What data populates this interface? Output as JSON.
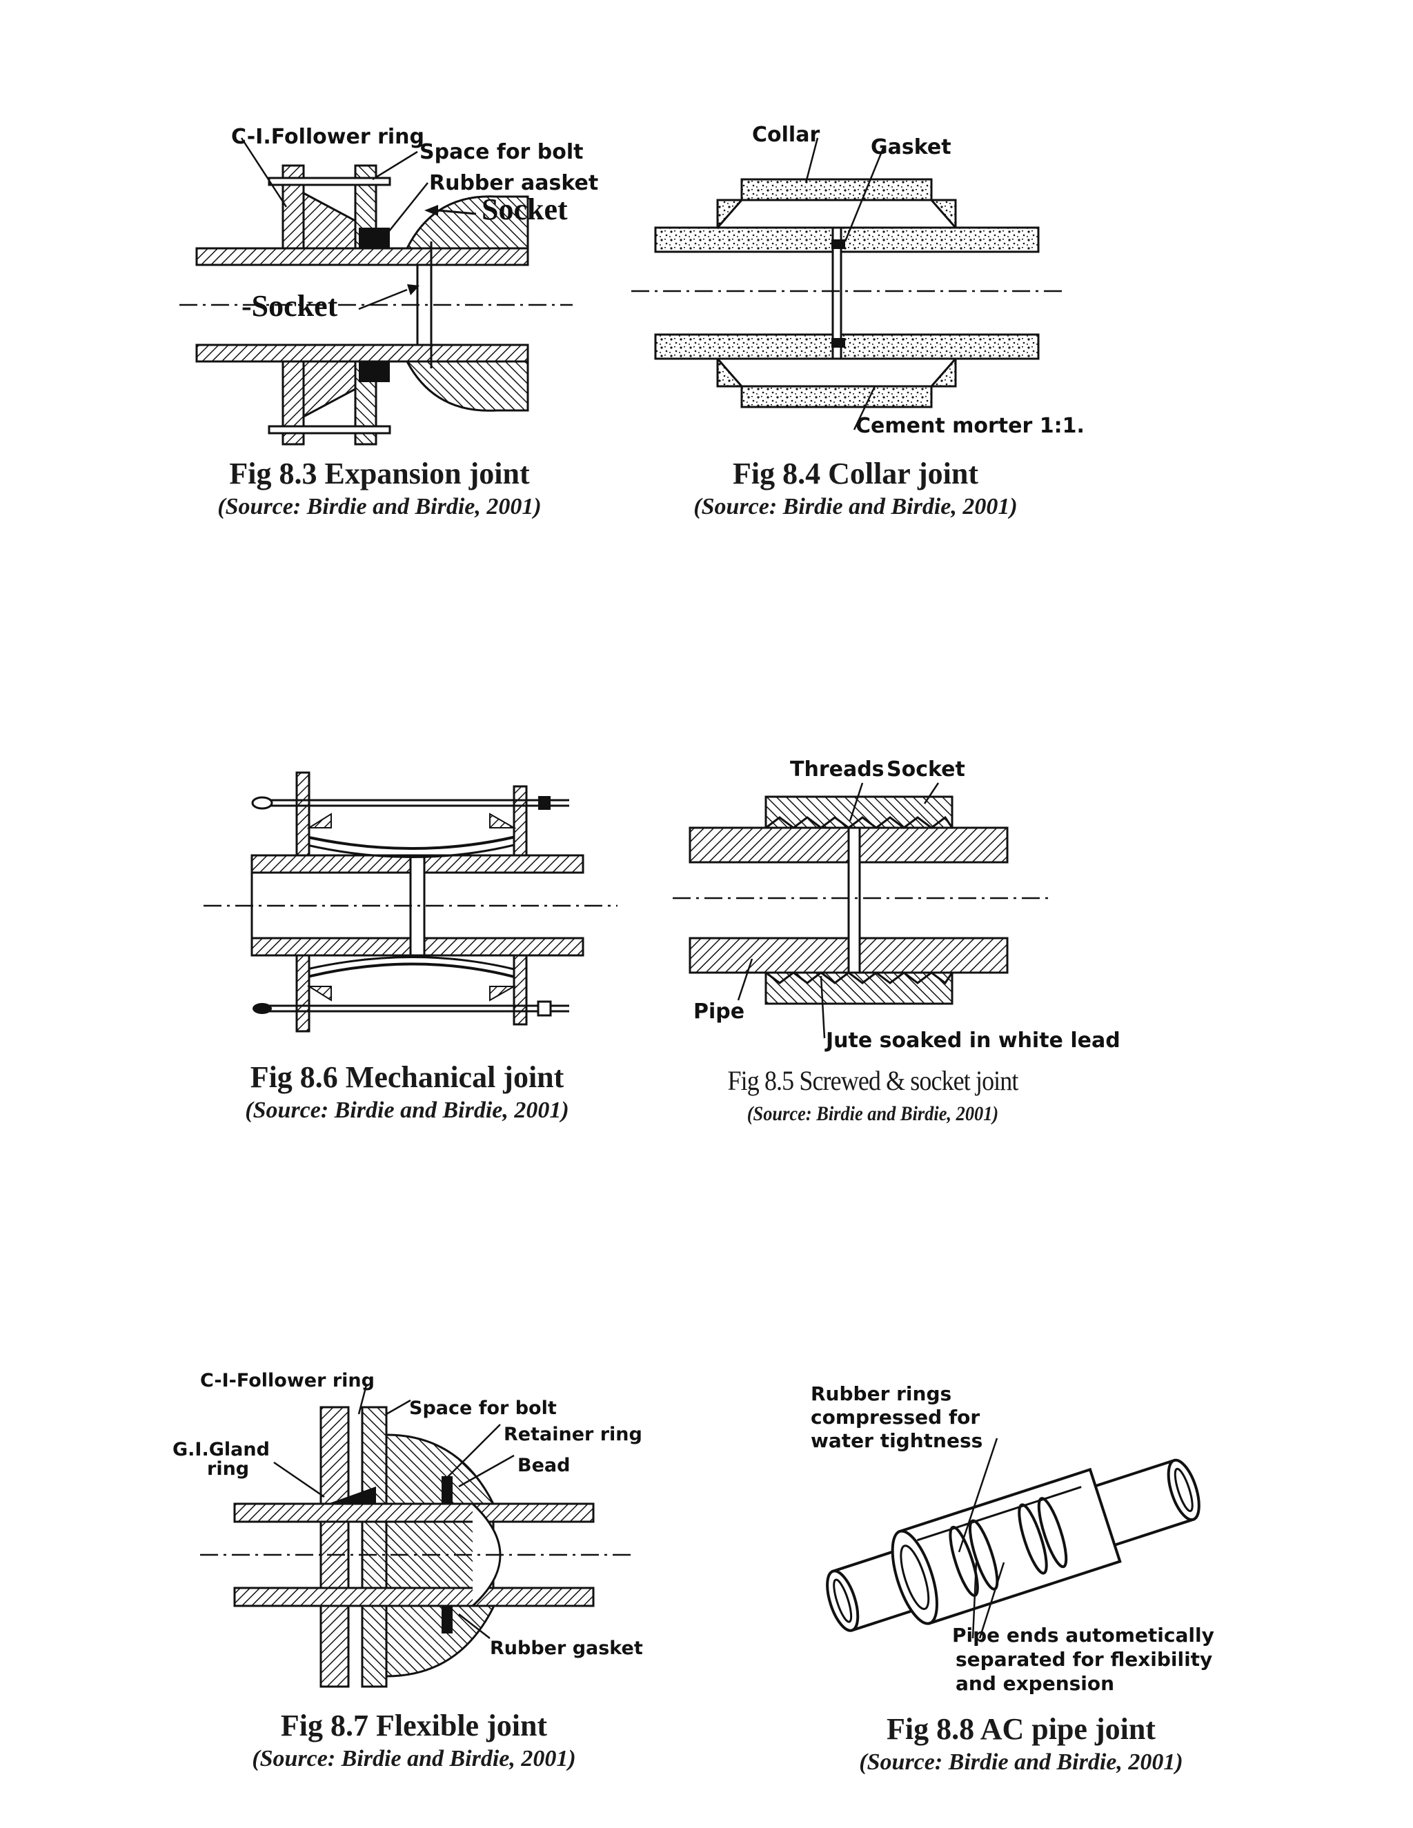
{
  "figures": {
    "fig83": {
      "caption": "Fig 8.3 Expansion joint",
      "source": "(Source: Birdie and Birdie, 2001)",
      "labels": {
        "follower_ring": "C-I.Follower ring",
        "space_for_bolt": "Space for bolt",
        "rubber_gasket": "Rubber aasket",
        "socket_right": "Socket",
        "socket_left": "-Socket"
      }
    },
    "fig84": {
      "caption": "Fig 8.4 Collar joint",
      "source": "(Source: Birdie and Birdie, 2001)",
      "labels": {
        "collar": "Collar",
        "gasket": "Gasket",
        "cement_mortar": "Cement morter 1:1."
      }
    },
    "fig86": {
      "caption": "Fig 8.6 Mechanical joint",
      "source": "(Source: Birdie and Birdie, 2001)"
    },
    "fig85": {
      "caption": "Fig 8.5 Screwed & socket joint",
      "source": "(Source: Birdie and Birdie, 2001)",
      "labels": {
        "threads": "Threads",
        "socket": "Socket",
        "pipe": "Pipe",
        "jute": "Jute soaked in white lead"
      }
    },
    "fig87": {
      "caption": "Fig 8.7 Flexible joint",
      "source": "(Source: Birdie and Birdie, 2001)",
      "labels": {
        "follower_ring": "C-I-Follower ring",
        "space_for_bolt": "Space for bolt",
        "retainer_ring": "Retainer ring",
        "gland_ring_1": "G.I.Gland",
        "gland_ring_2": "ring",
        "bead": "Bead",
        "rubber_gasket": "Rubber gasket"
      }
    },
    "fig88": {
      "caption": "Fig 8.8 AC pipe joint",
      "source": "(Source: Birdie and Birdie, 2001)",
      "labels": {
        "rubber_rings_1": "Rubber rings",
        "rubber_rings_2": "compressed for",
        "rubber_rings_3": "water tightness",
        "pipe_ends_1": "Pipe ends autometically",
        "pipe_ends_2": "separated for flexibility",
        "pipe_ends_3": "and expension"
      }
    }
  }
}
